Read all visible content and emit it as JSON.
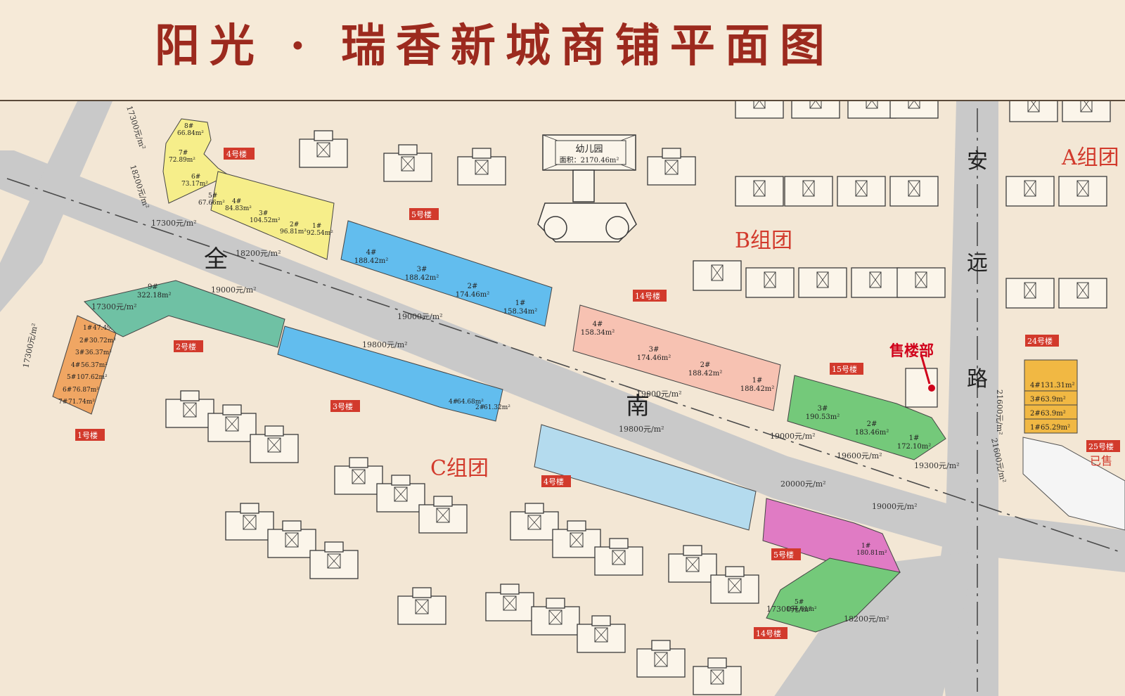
{
  "title": "阳光 · 瑞香新城商铺平面图",
  "colors": {
    "title": "#9c2a1e",
    "road": "#c8c8c8",
    "yellow": "#f6ee8a",
    "blue": "#62bdee",
    "pink": "#f7c2b2",
    "green": "#74c97a",
    "teal": "#6fc1a4",
    "orange": "#f0a663",
    "lightblue": "#b4dbee",
    "magenta": "#e07bc4",
    "gold": "#f1b843",
    "tag": "#d23a2c"
  },
  "map": {
    "groups": {
      "a": "A组团",
      "b": "B组团",
      "c": "C组团"
    },
    "roads": {
      "quannan_1": "全",
      "quannan_2": "南",
      "anyuan_1": "安",
      "anyuan_2": "远",
      "anyuan_3": "路"
    },
    "kindergarten": {
      "name": "幼儿园",
      "area": "面积：2170.46m²"
    },
    "sales_office": "售楼部",
    "sold": "已售",
    "tags": {
      "north_4": "4号楼",
      "north_5": "5号楼",
      "north_14": "14号楼",
      "north_15": "15号楼",
      "south_1": "1号楼",
      "south_2": "2号楼",
      "south_3": "3号楼",
      "south_4": "4号楼",
      "south_5": "5号楼",
      "south_14": "14号楼",
      "east_24": "24号楼",
      "east_25": "25号楼"
    },
    "prices": {
      "p1": "17300元/m²",
      "p2": "18200元/m²",
      "p3": "17300元/m²",
      "p4": "18200元/m²",
      "p5": "19000元/m²",
      "p6": "19000元/m²",
      "p7": "19800元/m²",
      "p8": "17300元/m²",
      "p9": "17300元/m²",
      "p10": "19000元/m²",
      "p11": "19800元/m²",
      "p12": "19000元/m²",
      "p13": "19600元/m²",
      "p14": "19300元/m²",
      "p15": "20000元/m²",
      "p16": "19000元/m²",
      "p17": "18200元/m²",
      "p18": "17300元/m²",
      "p19": "21600元/m²",
      "p20": "21600元/m²"
    },
    "shops": {
      "n4": [
        {
          "no": "8#",
          "area": "66.84m²"
        },
        {
          "no": "7#",
          "area": "72.89m²"
        },
        {
          "no": "6#",
          "area": "73.17m²"
        },
        {
          "no": "5#",
          "area": "67.66m²"
        },
        {
          "no": "4#",
          "area": "84.83m²"
        },
        {
          "no": "3#",
          "area": "104.52m²"
        },
        {
          "no": "2#",
          "area": "96.81m²"
        },
        {
          "no": "1#",
          "area": "92.54m²"
        }
      ],
      "n5": [
        {
          "no": "4#",
          "area": "188.42m²"
        },
        {
          "no": "3#",
          "area": "188.42m²"
        },
        {
          "no": "2#",
          "area": "174.46m²"
        },
        {
          "no": "1#",
          "area": "158.34m²"
        }
      ],
      "n14": [
        {
          "no": "4#",
          "area": "158.34m²"
        },
        {
          "no": "3#",
          "area": "174.46m²"
        },
        {
          "no": "2#",
          "area": "188.42m²"
        },
        {
          "no": "1#",
          "area": "188.42m²"
        }
      ],
      "n15": [
        {
          "no": "3#",
          "area": "190.53m²"
        },
        {
          "no": "2#",
          "area": "183.46m²"
        },
        {
          "no": "1#",
          "area": "172.10m²"
        }
      ],
      "s1": [
        {
          "no": "1#",
          "area": "47.49m²"
        },
        {
          "no": "2#",
          "area": "30.72m²"
        },
        {
          "no": "3#",
          "area": "36.37m²"
        },
        {
          "no": "4#",
          "area": "56.37m²"
        },
        {
          "no": "5#",
          "area": "107.62m²"
        },
        {
          "no": "6#",
          "area": "76.87m²"
        },
        {
          "no": "7#",
          "area": "71.74m²"
        }
      ],
      "s2_9": {
        "no": "9#",
        "area": "322.18m²"
      },
      "s3_end": [
        {
          "no": "4#",
          "area": "64.68m²"
        },
        {
          "no": "2#",
          "area": "61.32m²"
        }
      ],
      "s5_1": {
        "no": "1#",
        "area": "180.81m²"
      },
      "s14_5": {
        "no": "5#",
        "area": "194.61m²"
      },
      "e24": [
        {
          "no": "4#",
          "area": "131.31m²"
        },
        {
          "no": "3#",
          "area": "63.9m²"
        },
        {
          "no": "2#",
          "area": "63.9m²"
        },
        {
          "no": "1#",
          "area": "65.29m²"
        }
      ]
    }
  }
}
